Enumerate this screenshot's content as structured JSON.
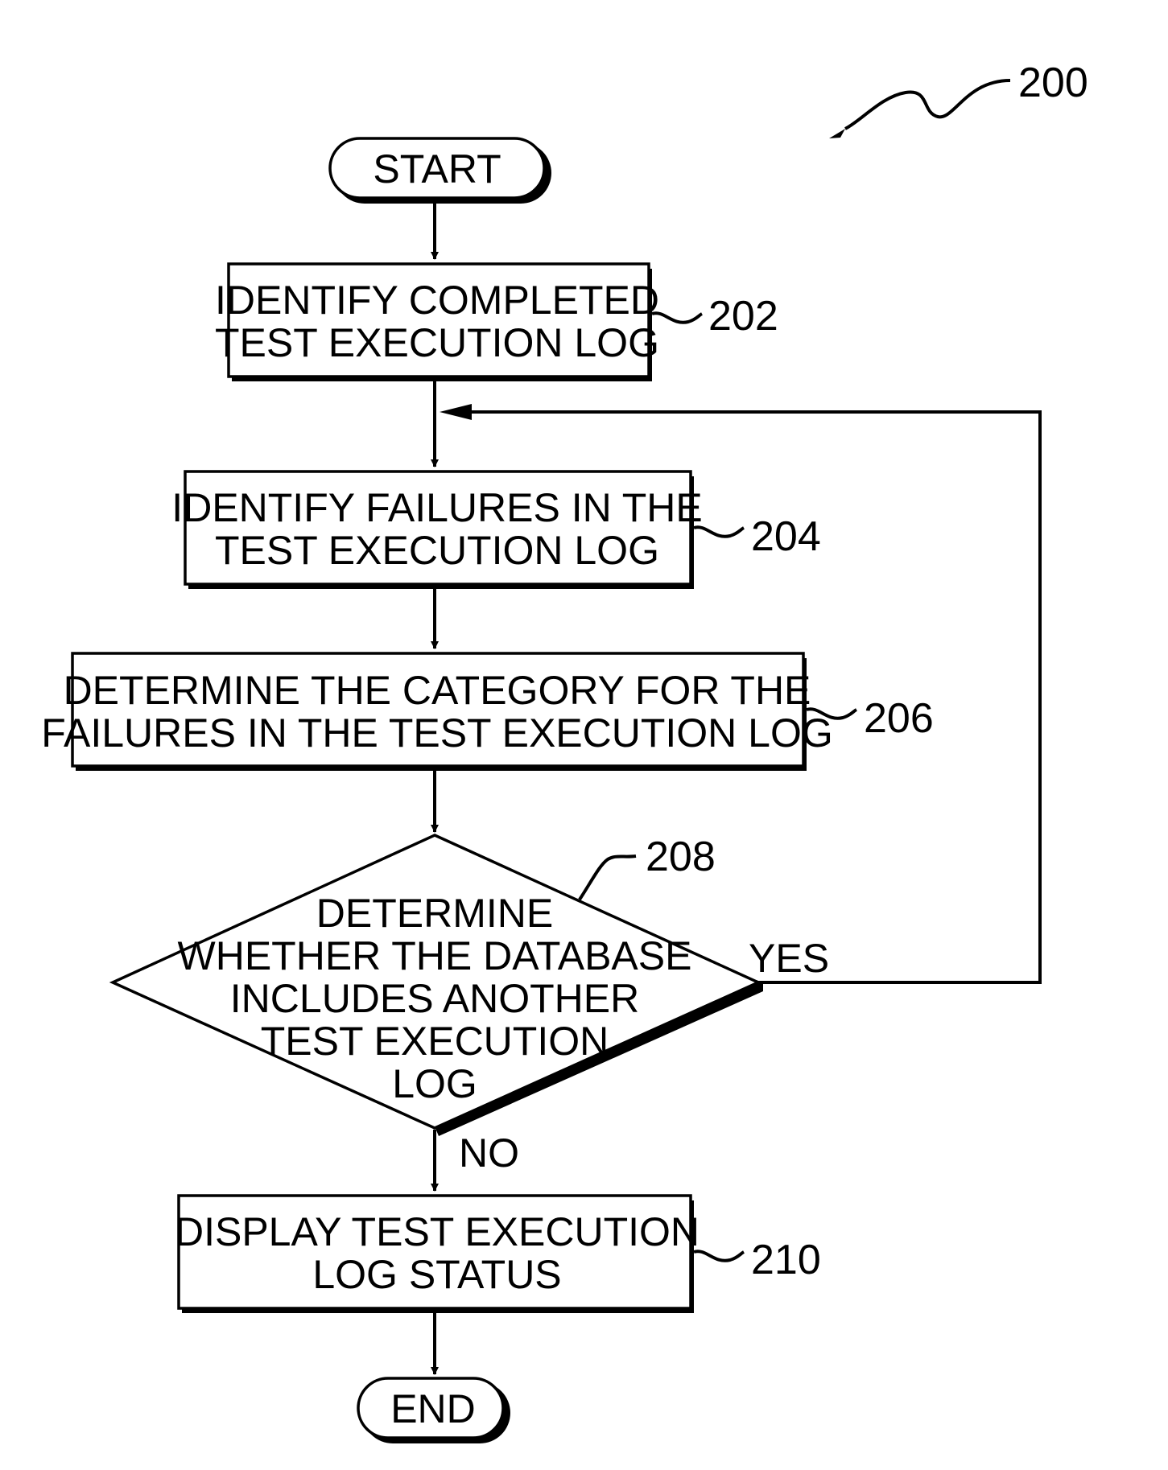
{
  "figure": {
    "reference": "200"
  },
  "nodes": {
    "start": {
      "label": "START"
    },
    "step_202": {
      "lines": [
        "IDENTIFY COMPLETED",
        "TEST EXECUTION LOG"
      ],
      "ref": "202"
    },
    "step_204": {
      "lines": [
        "IDENTIFY FAILURES IN THE",
        "TEST EXECUTION LOG"
      ],
      "ref": "204"
    },
    "step_206": {
      "lines": [
        "DETERMINE THE CATEGORY FOR THE",
        "FAILURES IN THE TEST EXECUTION LOG"
      ],
      "ref": "206"
    },
    "decision_208": {
      "lines": [
        "DETERMINE",
        "WHETHER THE DATABASE",
        "INCLUDES ANOTHER",
        "TEST EXECUTION",
        "LOG"
      ],
      "ref": "208"
    },
    "step_210": {
      "lines": [
        "DISPLAY TEST EXECUTION",
        "LOG STATUS"
      ],
      "ref": "210"
    },
    "end": {
      "label": "END"
    }
  },
  "edges": {
    "yes_label": "YES",
    "no_label": "NO"
  }
}
